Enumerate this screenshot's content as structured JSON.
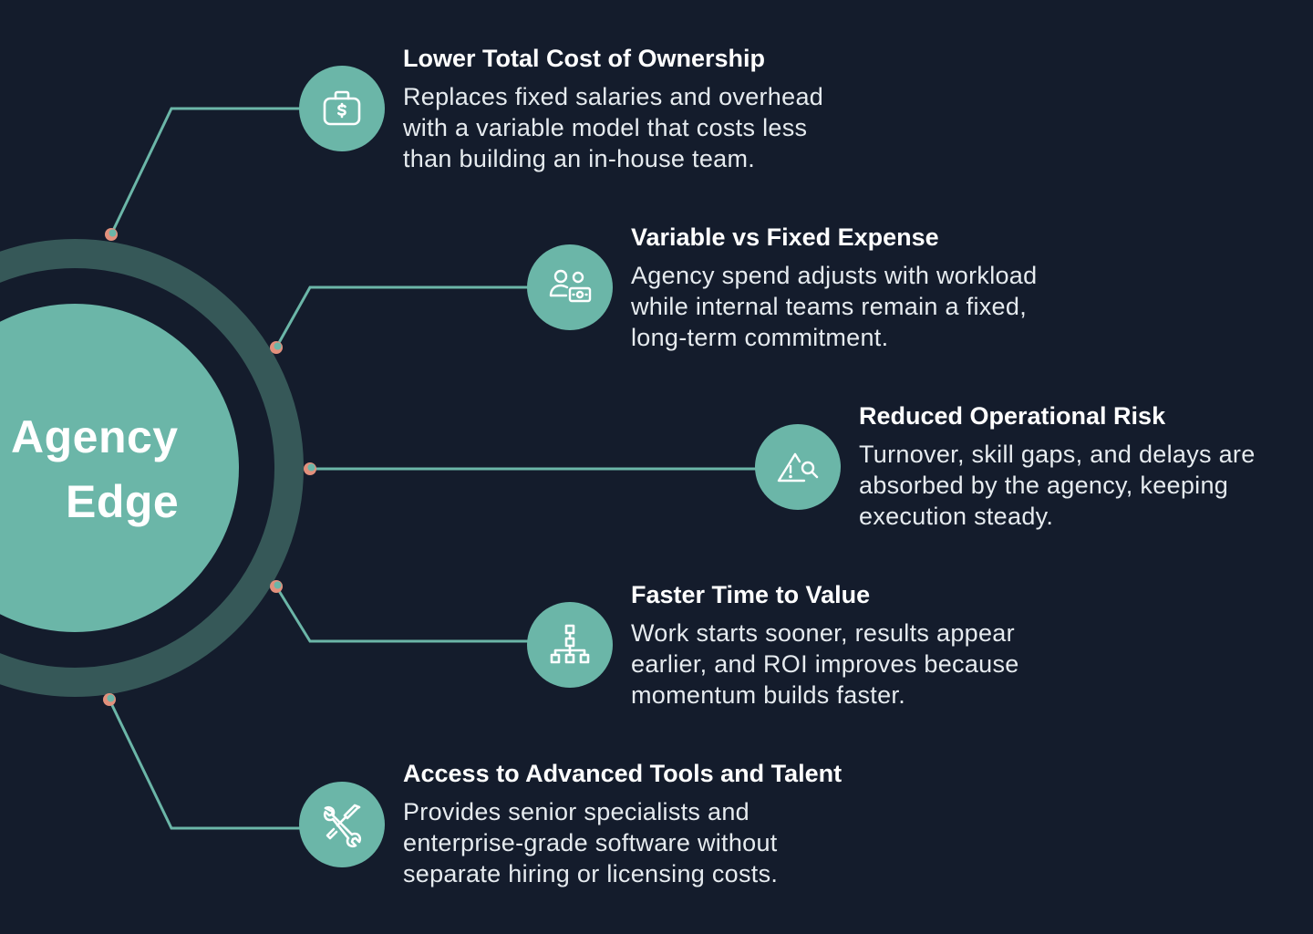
{
  "hub": {
    "line1": "Agency",
    "line2": "Edge"
  },
  "colors": {
    "background": "#141c2c",
    "accent": "#6bb6a8",
    "ring": "#365858",
    "node": "#e2907c"
  },
  "items": [
    {
      "icon": "briefcase-dollar-icon",
      "title": "Lower Total Cost of Ownership",
      "description": "Replaces fixed salaries and overhead with a variable model that costs less than building an in-house team."
    },
    {
      "icon": "people-money-icon",
      "title": "Variable vs Fixed Expense",
      "description": "Agency spend adjusts with workload while internal teams remain a fixed, long-term commitment."
    },
    {
      "icon": "warning-search-icon",
      "title": "Reduced Operational Risk",
      "description": "Turnover, skill gaps, and delays are absorbed by the agency, keeping execution steady."
    },
    {
      "icon": "hierarchy-icon",
      "title": "Faster Time to Value",
      "description": "Work starts sooner, results appear earlier, and ROI improves because momentum builds faster."
    },
    {
      "icon": "tools-icon",
      "title": "Access to Advanced Tools and Talent",
      "description": "Provides senior specialists and enterprise-grade software without separate hiring or licensing costs."
    }
  ]
}
